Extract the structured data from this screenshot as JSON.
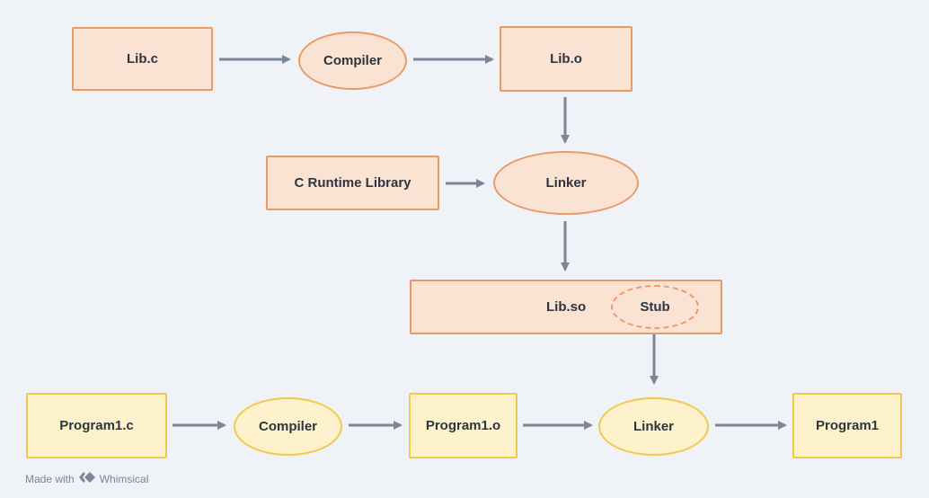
{
  "nodes": {
    "lib_c": "Lib.c",
    "compiler_top": "Compiler",
    "lib_o": "Lib.o",
    "c_runtime": "C Runtime Library",
    "linker_top": "Linker",
    "lib_so": "Lib.so",
    "stub": "Stub",
    "program1_c": "Program1.c",
    "compiler_bottom": "Compiler",
    "program1_o": "Program1.o",
    "linker_bottom": "Linker",
    "program1": "Program1"
  },
  "footer": {
    "made_with": "Made with",
    "brand": "Whimsical"
  },
  "colors": {
    "library_fill": "#fbe3d4",
    "library_border": "#eb9a66",
    "program_fill": "#fdf2cc",
    "program_border": "#f2c94c",
    "arrow": "#7b8696",
    "background": "#eff2f6"
  }
}
